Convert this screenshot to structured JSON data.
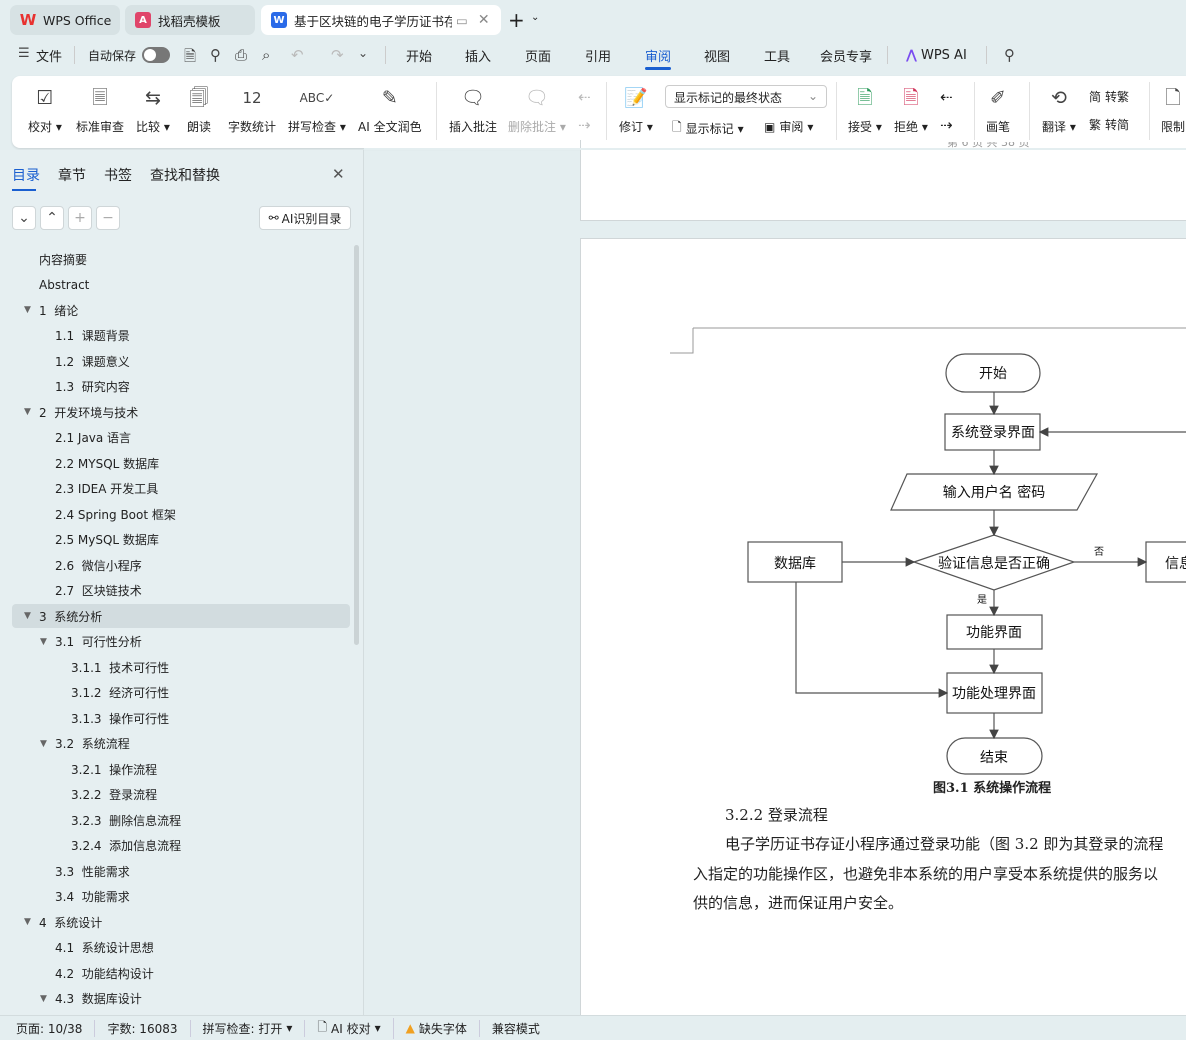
{
  "tabs": [
    {
      "label": "WPS Office"
    },
    {
      "label": "找稻壳模板"
    },
    {
      "label": "基于区块链的电子学历证书存"
    }
  ],
  "menu": {
    "file": "文件",
    "autosave": "自动保存",
    "items": [
      "开始",
      "插入",
      "页面",
      "引用",
      "审阅",
      "视图",
      "工具",
      "会员专享"
    ],
    "wps_ai": "WPS AI",
    "active": "审阅"
  },
  "ribbon": {
    "proofread": "校对",
    "standard_review": "标准审查",
    "compare": "比较",
    "read_aloud": "朗读",
    "word_count": "字数统计",
    "spell_check": "拼写检查",
    "ai_polish": "AI 全文润色",
    "insert_comment": "插入批注",
    "delete_comment": "删除批注",
    "track_changes": "修订",
    "markup_select": "显示标记的最终状态",
    "show_markup": "显示标记",
    "review_pane": "审阅",
    "accept": "接受",
    "reject": "拒绝",
    "pen": "画笔",
    "translate": "翻译",
    "to_traditional": "转繁",
    "to_simplified": "转简",
    "restrict": "限制"
  },
  "sidebar": {
    "tabs": [
      "目录",
      "章节",
      "书签",
      "查找和替换"
    ],
    "ai_toc": "AI识别目录",
    "toc": [
      {
        "label": "内容摘要",
        "level": 1,
        "expander": false
      },
      {
        "label": "Abstract",
        "level": 1,
        "expander": false
      },
      {
        "label": "1  绪论",
        "level": 1,
        "expander": true
      },
      {
        "label": "1.1  课题背景",
        "level": 2
      },
      {
        "label": "1.2  课题意义",
        "level": 2
      },
      {
        "label": "1.3  研究内容",
        "level": 2
      },
      {
        "label": "2  开发环境与技术",
        "level": 1,
        "expander": true
      },
      {
        "label": "2.1 Java 语言",
        "level": 2
      },
      {
        "label": "2.2 MYSQL 数据库",
        "level": 2
      },
      {
        "label": "2.3 IDEA 开发工具",
        "level": 2
      },
      {
        "label": "2.4 Spring Boot 框架",
        "level": 2
      },
      {
        "label": "2.5 MySQL 数据库",
        "level": 2
      },
      {
        "label": "2.6  微信小程序",
        "level": 2
      },
      {
        "label": "2.7  区块链技术",
        "level": 2
      },
      {
        "label": "3  系统分析",
        "level": 1,
        "expander": true,
        "selected": true
      },
      {
        "label": "3.1  可行性分析",
        "level": 2,
        "expander": true
      },
      {
        "label": "3.1.1  技术可行性",
        "level": 3
      },
      {
        "label": "3.1.2  经济可行性",
        "level": 3
      },
      {
        "label": "3.1.3  操作可行性",
        "level": 3
      },
      {
        "label": "3.2  系统流程",
        "level": 2,
        "expander": true
      },
      {
        "label": "3.2.1  操作流程",
        "level": 3
      },
      {
        "label": "3.2.2  登录流程",
        "level": 3
      },
      {
        "label": "3.2.3  删除信息流程",
        "level": 3
      },
      {
        "label": "3.2.4  添加信息流程",
        "level": 3
      },
      {
        "label": "3.3  性能需求",
        "level": 2
      },
      {
        "label": "3.4  功能需求",
        "level": 2
      },
      {
        "label": "4  系统设计",
        "level": 1,
        "expander": true
      },
      {
        "label": "4.1  系统设计思想",
        "level": 2
      },
      {
        "label": "4.2  功能结构设计",
        "level": 2
      },
      {
        "label": "4.3  数据库设计",
        "level": 2,
        "expander": true
      }
    ]
  },
  "document": {
    "flowchart": {
      "start": "开始",
      "login": "系统登录界面",
      "input": "输入用户名 密码",
      "verify": "验证信息是否正确",
      "database": "数据库",
      "no": "否",
      "yes": "是",
      "error": "信息",
      "func": "功能界面",
      "process": "功能处理界面",
      "end": "结束"
    },
    "caption": "图3.1  系统操作流程",
    "heading": "3.2.2  登录流程",
    "para": [
      "电子学历证书存证小程序通过登录功能（图 3.2 即为其登录的流程",
      "入指定的功能操作区，也避免非本系统的用户享受本系统提供的服务以",
      "供的信息，进而保证用户安全。"
    ]
  },
  "status": {
    "page": "页面: 10/38",
    "words": "字数: 16083",
    "spell": "拼写检查: 打开",
    "ai_check": "AI 校对",
    "missing_font": "缺失字体",
    "compat": "兼容模式"
  },
  "colors": {
    "accent": "#1a5fd0",
    "wps_red": "#e8312f"
  }
}
